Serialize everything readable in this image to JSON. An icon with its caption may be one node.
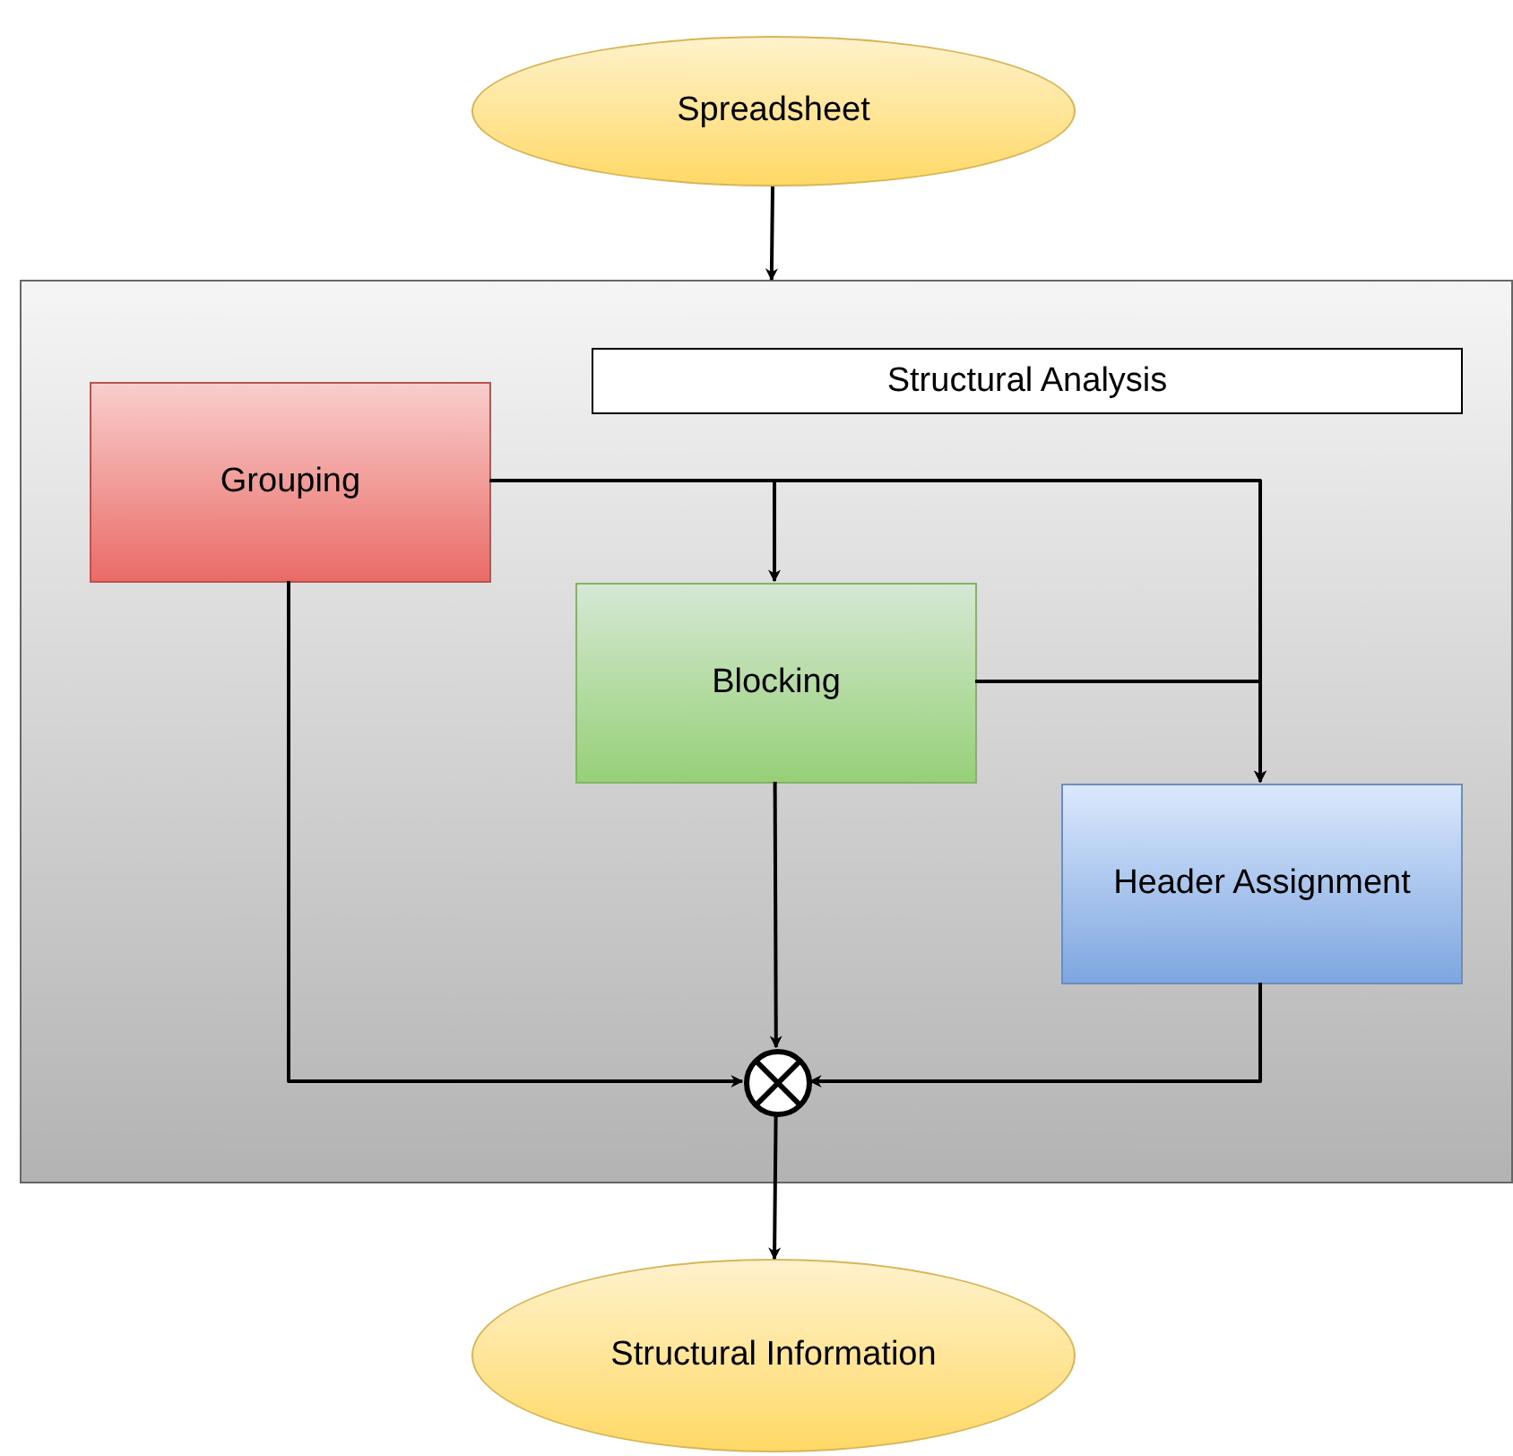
{
  "diagram": {
    "nodes": [
      {
        "text": [
          "Spreadsheet"
        ]
      },
      {
        "text": [],
        "shape": "box"
      },
      {
        "text": [
          "Structural Analysis"
        ],
        "in": 1
      },
      {
        "text": [
          "Grouping"
        ],
        "in": 1
      },
      {
        "text": [
          "Blocking"
        ],
        "in": 1
      },
      {
        "text": [
          "Header Assignment"
        ],
        "in": 1
      },
      {
        "text": [],
        "shape": "circle",
        "in": 1
      },
      {
        "text": [
          "Structural Information"
        ]
      }
    ],
    "edges": [
      {
        "from": 0,
        "to": 1,
        "arrow": "to"
      },
      {
        "from": 3,
        "to": 4,
        "arrow": "to"
      },
      {
        "from": 3,
        "to": 5,
        "arrow": "to"
      },
      {
        "from": 4,
        "to": 5,
        "arrow": "to"
      },
      {
        "from": 3,
        "to": 6,
        "arrow": "to"
      },
      {
        "from": 4,
        "to": 6,
        "arrow": "to"
      },
      {
        "from": 5,
        "to": 6,
        "arrow": "to"
      },
      {
        "from": 6,
        "to": 7,
        "arrow": "to"
      }
    ]
  }
}
